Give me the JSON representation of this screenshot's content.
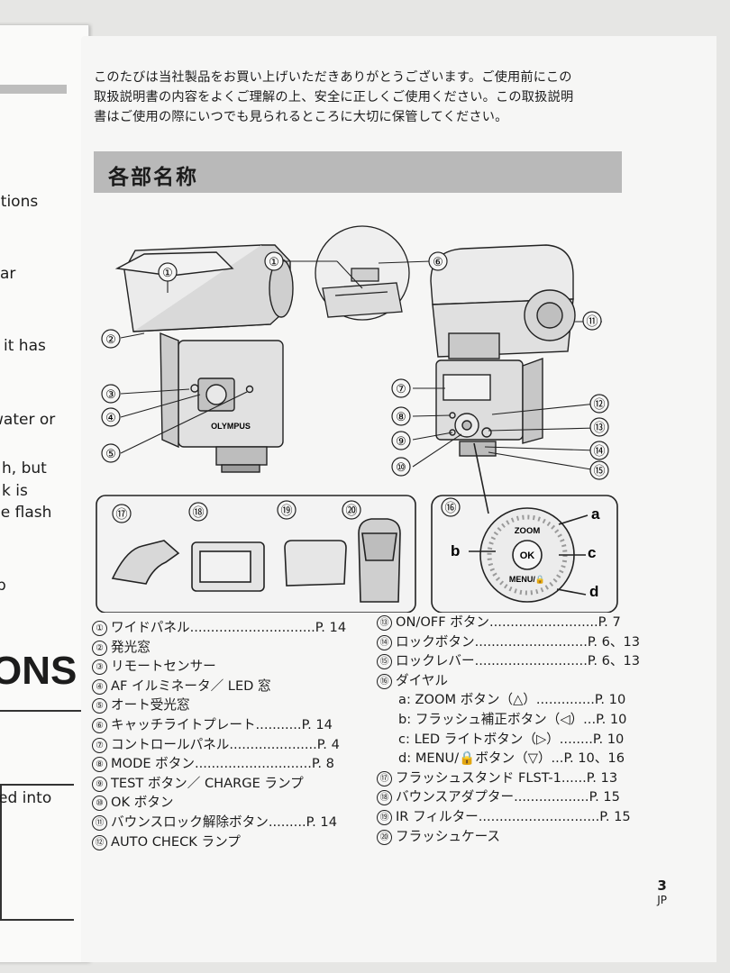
{
  "left_page": {
    "fragments": [
      "utions",
      "ar",
      "it has",
      "water or",
      "h, but",
      "k is",
      "he flash",
      "p",
      "ed into"
    ],
    "heading_fragment": "ONS"
  },
  "intro": [
    "このたびは当社製品をお買い上げいただきありがとうございます。ご使用前にこの",
    "取扱説明書の内容をよくご理解の上、安全に正しくご使用ください。この取扱説明",
    "書はご使用の際にいつでも見られるところに大切に保管してください。"
  ],
  "section_title": "各部名称",
  "callouts": [
    "①",
    "②",
    "③",
    "④",
    "⑤",
    "①",
    "⑥",
    "⑦",
    "⑧",
    "⑨",
    "⑩",
    "⑪",
    "⑫",
    "⑬",
    "⑭",
    "⑮",
    "⑯",
    "⑰",
    "⑱",
    "⑲",
    "⑳"
  ],
  "figure_text": {
    "brand": "OLYMPUS",
    "dial_zoom": "ZOOM",
    "dial_ok": "OK",
    "dial_menu": "MENU/🔒",
    "dial_letters": [
      "a",
      "b",
      "c",
      "d"
    ]
  },
  "parts_left": [
    {
      "n": "①",
      "label": "ワイドパネル",
      "dots": "..............................",
      "page": "P. 14"
    },
    {
      "n": "②",
      "label": "発光窓",
      "dots": "",
      "page": ""
    },
    {
      "n": "③",
      "label": "リモートセンサー",
      "dots": "",
      "page": ""
    },
    {
      "n": "④",
      "label": "AF イルミネータ／ LED 窓",
      "dots": "",
      "page": ""
    },
    {
      "n": "⑤",
      "label": "オート受光窓",
      "dots": "",
      "page": ""
    },
    {
      "n": "⑥",
      "label": "キャッチライトプレート",
      "dots": "...........",
      "page": "P. 14"
    },
    {
      "n": "⑦",
      "label": "コントロールパネル",
      "dots": ".....................",
      "page": "P. 4"
    },
    {
      "n": "⑧",
      "label": "MODE ボタン",
      "dots": "............................",
      "page": "P. 8"
    },
    {
      "n": "⑨",
      "label": "TEST ボタン／ CHARGE ランプ",
      "dots": "",
      "page": ""
    },
    {
      "n": "⑩",
      "label": "OK ボタン",
      "dots": "",
      "page": ""
    },
    {
      "n": "⑪",
      "label": "バウンスロック解除ボタン",
      "dots": ".........",
      "page": "P. 14"
    },
    {
      "n": "⑫",
      "label": "AUTO CHECK ランプ",
      "dots": "",
      "page": ""
    }
  ],
  "parts_right": [
    {
      "n": "⑬",
      "label": "ON/OFF ボタン",
      "dots": "..........................",
      "page": "P. 7",
      "sub": false
    },
    {
      "n": "⑭",
      "label": "ロックボタン",
      "dots": "...........................",
      "page": "P. 6、13",
      "sub": false
    },
    {
      "n": "⑮",
      "label": "ロックレバー",
      "dots": "...........................",
      "page": "P. 6、13",
      "sub": false
    },
    {
      "n": "⑯",
      "label": "ダイヤル",
      "dots": "",
      "page": "",
      "sub": false
    },
    {
      "n": "",
      "label": "a: ZOOM ボタン（△）",
      "dots": "..............",
      "page": "P. 10",
      "sub": true
    },
    {
      "n": "",
      "label": "b: フラッシュ補正ボタン（◁）",
      "dots": "...",
      "page": "P. 10",
      "sub": true
    },
    {
      "n": "",
      "label": "c: LED ライトボタン（▷）",
      "dots": "........",
      "page": "P. 10",
      "sub": true
    },
    {
      "n": "",
      "label": "d: MENU/🔒ボタン（▽）",
      "dots": "...",
      "page": "P. 10、16",
      "sub": true
    },
    {
      "n": "⑰",
      "label": "フラッシュスタンド FLST-1",
      "dots": "......",
      "page": "P. 13",
      "sub": false
    },
    {
      "n": "⑱",
      "label": "バウンスアダプター",
      "dots": "..................",
      "page": "P. 15",
      "sub": false
    },
    {
      "n": "⑲",
      "label": "IR フィルター",
      "dots": ".............................",
      "page": "P. 15",
      "sub": false
    },
    {
      "n": "⑳",
      "label": "フラッシュケース",
      "dots": "",
      "page": "",
      "sub": false
    }
  ],
  "page_number": "3",
  "language_code": "JP"
}
